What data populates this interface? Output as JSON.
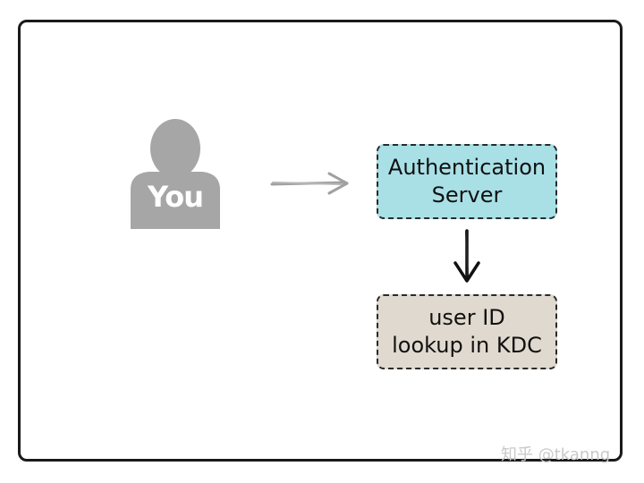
{
  "user": {
    "label": "You",
    "icon": "person-icon"
  },
  "nodes": {
    "auth_server": {
      "lines": [
        "Authentication",
        "Server"
      ],
      "fill": "#a8e0e6"
    },
    "lookup": {
      "lines": [
        "user ID",
        "lookup in KDC"
      ],
      "fill": "#e0d9cf"
    }
  },
  "edges": [
    {
      "from": "user",
      "to": "auth_server",
      "style": "gray-sketch-arrow"
    },
    {
      "from": "auth_server",
      "to": "lookup",
      "style": "black-arrow"
    }
  ],
  "watermark": "知乎 @tkanng"
}
